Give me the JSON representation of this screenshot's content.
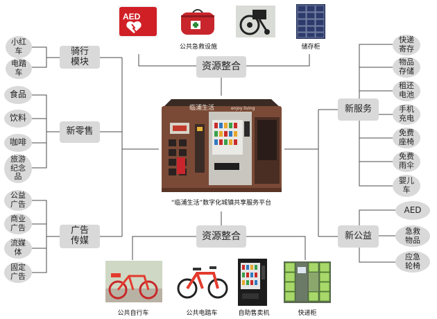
{
  "center_caption": "“临浦生活”数字化城镇共享服务平台",
  "kiosk_sign": "临浦生活",
  "kiosk_sign_sub": "enjoy living",
  "top_hub": "资源整合",
  "bottom_hub": "资源整合",
  "top_captions": {
    "first_aid": "公共急救设施",
    "locker": "储存柜"
  },
  "aed_logo": "AED",
  "bottom_captions": {
    "bike": "公共自行车",
    "ebike": "公共电踏车",
    "vending": "自助售卖机",
    "express": "快递柜"
  },
  "left": {
    "riding": {
      "label": "骑行\n模块",
      "items": [
        "小红\n车",
        "电踏\n车"
      ]
    },
    "retail": {
      "label": "新零售",
      "items": [
        "食品",
        "饮料",
        "咖啡",
        "旅游\n纪念\n品"
      ]
    },
    "ads": {
      "label": "广告\n传媒",
      "items": [
        "公益\n广告",
        "商业\n广告",
        "流媒\n体",
        "固定\n广告"
      ]
    }
  },
  "right": {
    "service": {
      "label": "新服务",
      "items": [
        "快递\n寄存",
        "物品\n存储",
        "租还\n电池",
        "手机\n充电",
        "免费\n座椅",
        "免费\n雨伞",
        "婴儿\n车"
      ]
    },
    "welfare": {
      "label": "新公益",
      "items": [
        "AED",
        "急救\n物品",
        "应急\n轮椅"
      ]
    }
  },
  "colors": {
    "node_fill": "#d9d9d9",
    "line": "#4a4a4a",
    "kiosk_brown": "#7a4a36",
    "aed_red": "#d11f26",
    "bike_red": "#e33b2e"
  }
}
